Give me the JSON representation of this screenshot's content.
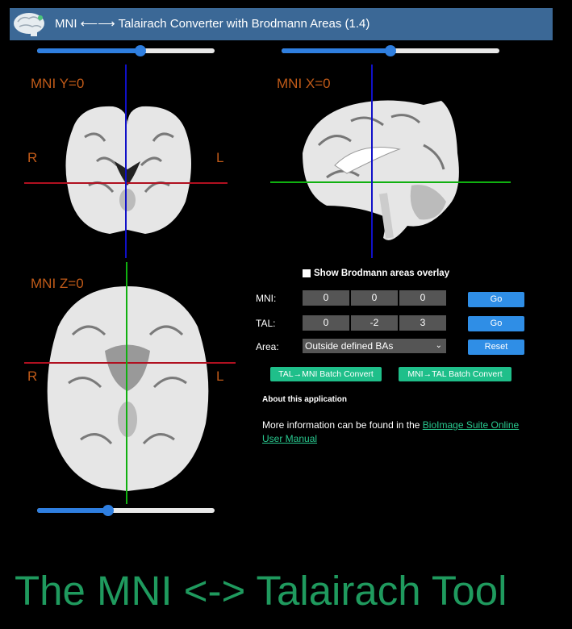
{
  "header": {
    "title": "MNI ⟵⟶ Talairach Converter with Brodmann Areas (1.4)",
    "logo_icon": "brain-logo-icon"
  },
  "sliders": {
    "coronal": 0.58,
    "sagittal": 0.5,
    "axial": 0.4
  },
  "views": {
    "coronal": {
      "label": "MNI Y=0",
      "left": "R",
      "right": "L"
    },
    "sagittal": {
      "label": "MNI X=0"
    },
    "axial": {
      "label": "MNI Z=0",
      "left": "R",
      "right": "L"
    }
  },
  "controls": {
    "overlay_label": "Show Brodmann areas overlay",
    "mni": {
      "label": "MNI:",
      "x": "0",
      "y": "0",
      "z": "0",
      "go": "Go"
    },
    "tal": {
      "label": "TAL:",
      "x": "0",
      "y": "-2",
      "z": "3",
      "go": "Go"
    },
    "area": {
      "label": "Area:",
      "value": "Outside defined BAs",
      "reset": "Reset"
    },
    "batch_tal_to_mni": "TAL→MNI Batch Convert",
    "batch_mni_to_tal": "MNI→TAL Batch Convert"
  },
  "about": {
    "heading": "About this application",
    "text": "More information can be found in the ",
    "link": "BioImage Suite Online User Manual"
  },
  "caption": "The MNI <-> Talairach Tool",
  "colors": {
    "header_bg": "#3b6896",
    "accent_blue": "#2f8ee6",
    "accent_green": "#1fbf8a",
    "caption_green": "#1f9a5e",
    "label_orange": "#c05a18"
  }
}
